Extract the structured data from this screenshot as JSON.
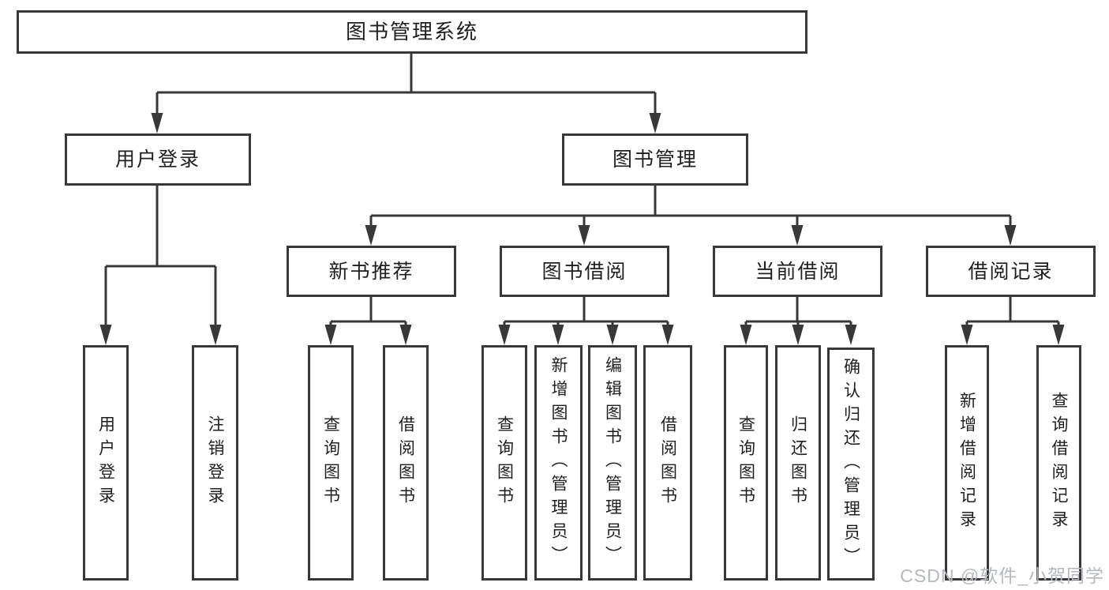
{
  "diagram": {
    "root": {
      "label": "图书管理系统"
    },
    "branches": [
      {
        "label": "用户登录",
        "children": [
          {
            "label": "用户登录"
          },
          {
            "label": "注销登录"
          }
        ]
      },
      {
        "label": "图书管理",
        "children": [
          {
            "label": "新书推荐",
            "children": [
              {
                "label": "查询图书"
              },
              {
                "label": "借阅图书"
              }
            ]
          },
          {
            "label": "图书借阅",
            "children": [
              {
                "label": "查询图书"
              },
              {
                "label": "新增图书（管理员）"
              },
              {
                "label": "编辑图书（管理员）"
              },
              {
                "label": "借阅图书"
              }
            ]
          },
          {
            "label": "当前借阅",
            "children": [
              {
                "label": "查询图书"
              },
              {
                "label": "归还图书"
              },
              {
                "label": "确认归还（管理员）"
              }
            ]
          },
          {
            "label": "借阅记录",
            "children": [
              {
                "label": "新增借阅记录"
              },
              {
                "label": "查询借阅记录"
              }
            ]
          }
        ]
      }
    ]
  },
  "watermark": {
    "text": "CSDN @软件_小贺同学"
  },
  "colors": {
    "line": "#383838",
    "box_border": "#383838",
    "text": "#1f1f1f",
    "watermark": "#b5b9bd",
    "background": "#ffffff"
  }
}
